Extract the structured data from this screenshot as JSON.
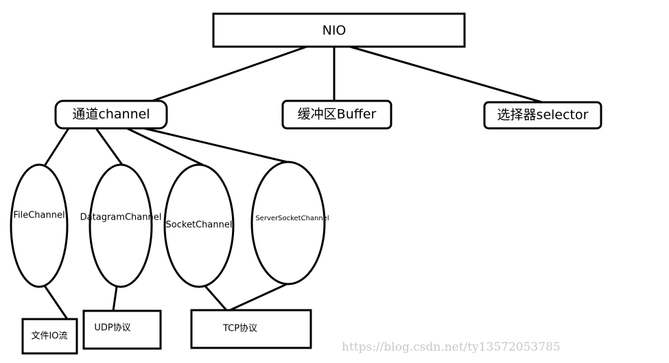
{
  "root": {
    "label": "NIO"
  },
  "categories": [
    {
      "label": "通道channel"
    },
    {
      "label": "缓冲区Buffer"
    },
    {
      "label": "选择器selector"
    }
  ],
  "channels": [
    {
      "label": "FileChannel"
    },
    {
      "label": "DatagramChannel"
    },
    {
      "label": "SocketChannel"
    },
    {
      "label": "ServerSocketChannel"
    }
  ],
  "protocols": [
    {
      "label": "文件IO流"
    },
    {
      "label": "UDP协议"
    },
    {
      "label": "TCP协议"
    }
  ],
  "watermark": "https://blog.csdn.net/ty13572053785"
}
